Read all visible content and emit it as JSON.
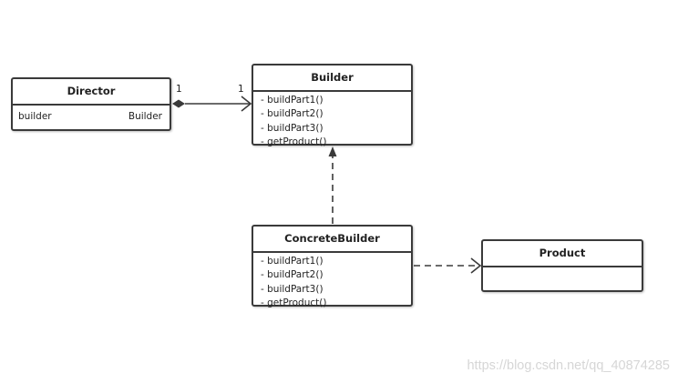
{
  "diagram": {
    "classes": {
      "director": {
        "name": "Director",
        "attribute": {
          "name": "builder",
          "type": "Builder"
        }
      },
      "builder": {
        "name": "Builder",
        "methods": [
          "- buildPart1()",
          "- buildPart2()",
          "- buildPart3()",
          "- getProduct()"
        ]
      },
      "concrete_builder": {
        "name": "ConcreteBuilder",
        "methods": [
          "- buildPart1()",
          "- buildPart2()",
          "- buildPart3()",
          "- getProduct()"
        ]
      },
      "product": {
        "name": "Product"
      }
    },
    "relations": {
      "director_builder": {
        "type": "composition",
        "source_multiplicity": "1",
        "target_multiplicity": "1"
      },
      "concrete_builder_builder": {
        "type": "realization"
      },
      "concrete_builder_product": {
        "type": "dependency"
      }
    }
  },
  "watermark": "https://blog.csdn.net/qq_40874285",
  "colors": {
    "line": "#3a3a3a",
    "watermark": "#d6d6d6",
    "background": "#ffffff"
  }
}
